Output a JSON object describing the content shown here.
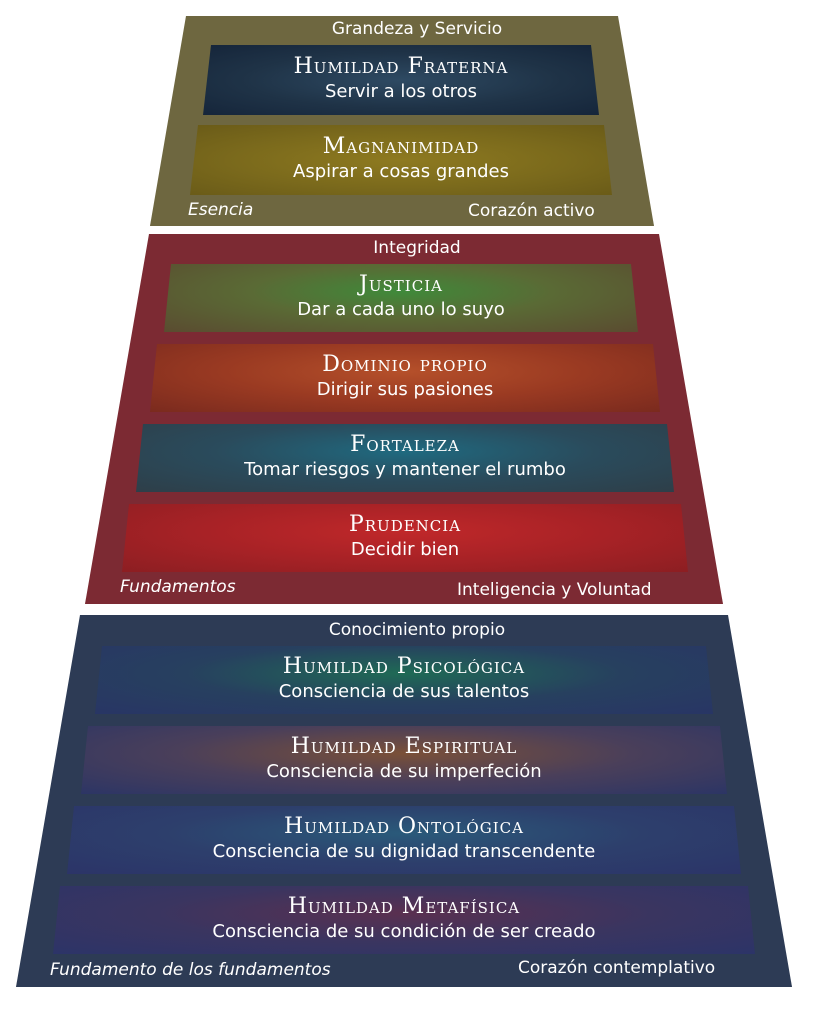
{
  "sections": [
    {
      "title": "Grandeza y Servicio",
      "left_note": "Esencia",
      "right_note": "Corazón activo",
      "bands": [
        {
          "title": "Humildad Fraterna",
          "subtitle": "Servir a los otros"
        },
        {
          "title": "Magnanimidad",
          "subtitle": "Aspirar a cosas grandes"
        }
      ]
    },
    {
      "title": "Integridad",
      "left_note": "Fundamentos",
      "right_note": "Inteligencia y Voluntad",
      "bands": [
        {
          "title": "Justicia",
          "subtitle": "Dar a cada uno lo suyo"
        },
        {
          "title": "Dominio propio",
          "subtitle": "Dirigir sus pasiones"
        },
        {
          "title": "Fortaleza",
          "subtitle": "Tomar riesgos y mantener el rumbo"
        },
        {
          "title": "Prudencia",
          "subtitle": "Decidir bien"
        }
      ]
    },
    {
      "title": "Conocimiento propio",
      "left_note": "Fundamento de los fundamentos",
      "right_note": "Corazón contemplativo",
      "bands": [
        {
          "title": "Humildad Psicológica",
          "subtitle": "Consciencia de sus talentos"
        },
        {
          "title": "Humildad Espiritual",
          "subtitle": "Consciencia de su imperfeción"
        },
        {
          "title": "Humildad Ontológica",
          "subtitle": "Consciencia de su dignidad transcendente"
        },
        {
          "title": "Humildad Metafísica",
          "subtitle": "Consciencia de su condición de ser creado"
        }
      ]
    }
  ],
  "colors": {
    "top_section": "#6e6740",
    "middle_section": "#7c2a33",
    "bottom_section": "#2d3b55"
  }
}
